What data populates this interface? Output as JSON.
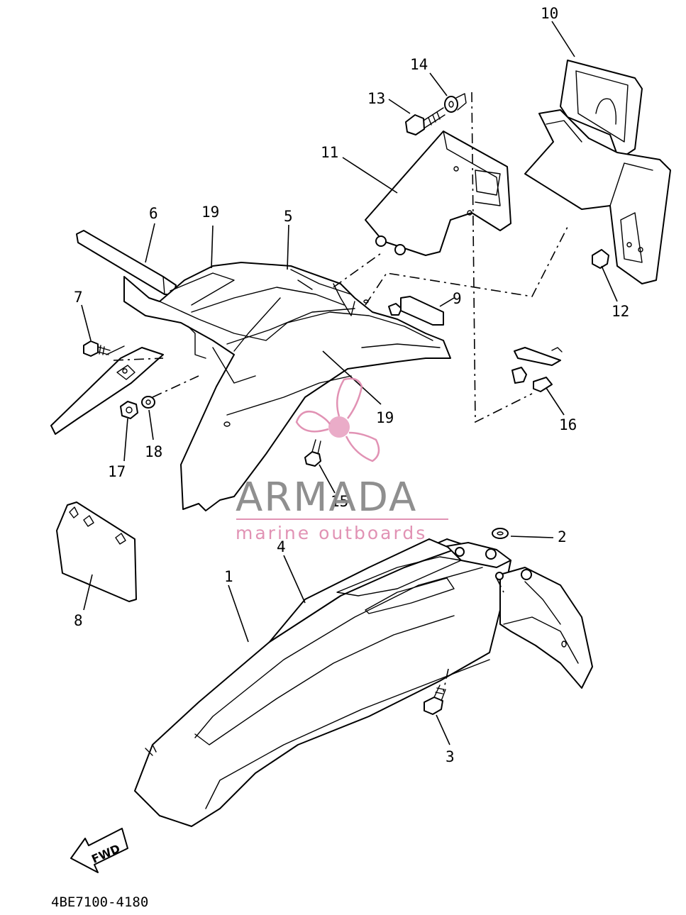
{
  "callouts": [
    "10",
    "14",
    "13",
    "11",
    "6",
    "19",
    "5",
    "7",
    "9",
    "12",
    "19",
    "16",
    "17",
    "18",
    "15",
    "2",
    "4",
    "1",
    "8",
    "3"
  ],
  "diagram_code": "4BE7100-4180",
  "fwd_label": "FWD",
  "watermark": {
    "title": "ARMADA",
    "subtitle": "marine outboards",
    "title_color": "#8a8a8a",
    "accent_color": "#e08db0"
  }
}
